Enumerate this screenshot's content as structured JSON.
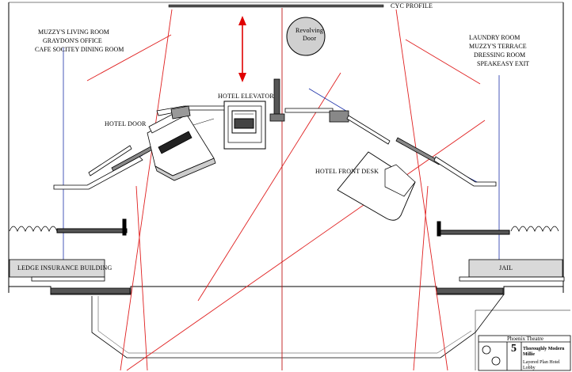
{
  "labels": {
    "cyc_profile": "CYC PROFILE",
    "revolving_door": "Revolving\nDoor",
    "hotel_elevator": "HOTEL ELEVATOR",
    "hotel_door": "HOTEL DOOR",
    "hotel_front_desk": "HOTEL FRONT DESK",
    "ledge_insurance_building": "LEDGE INSURANCE BUILDING",
    "jail": "JAIL"
  },
  "left_scenes": [
    "MUZZY'S LIVING ROOM",
    "GRAYDON'S OFFICE",
    "CAFE SOCITEY DINING ROOM"
  ],
  "right_scenes": [
    "LAUNDRY ROOM",
    "MUZZY'S TERRACE",
    "DRESSING ROOM",
    "SPEAKEASY EXIT"
  ],
  "title_block": {
    "theatre": "Phoenix Theatre",
    "sheet_number": "5",
    "show_title": "Thoroughly Modern Millie",
    "sheet_title": "Layered Plan Hotel Lobby"
  },
  "colors": {
    "sightline": "#e02020",
    "centerline": "#c01818",
    "masking": "#1a2fa8",
    "arrow": "#e00000"
  }
}
